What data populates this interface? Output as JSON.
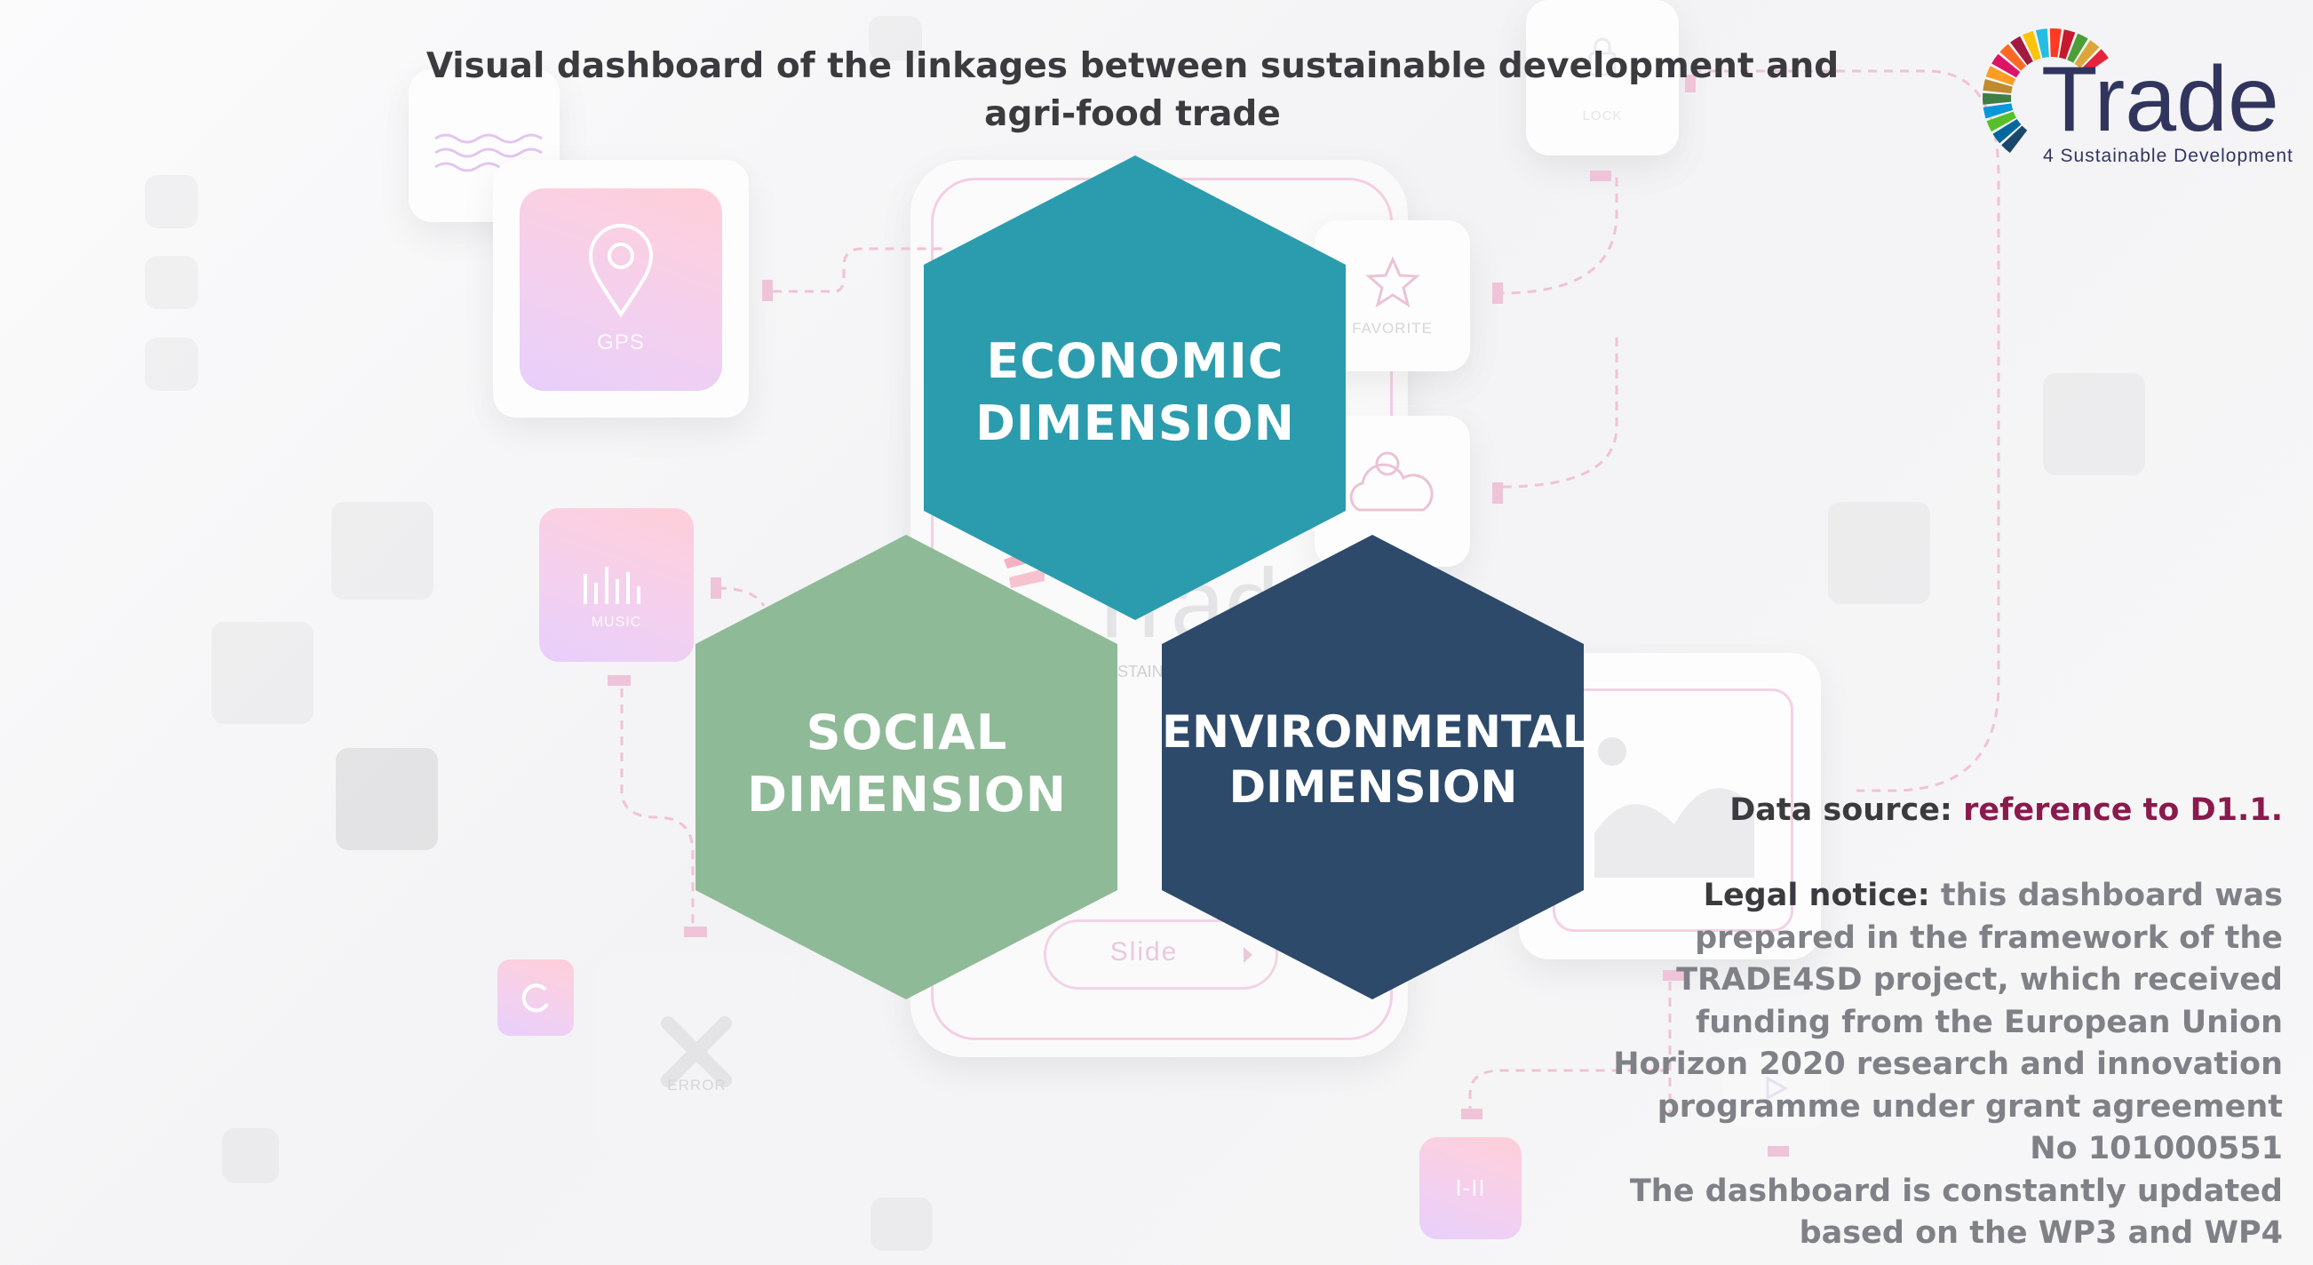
{
  "title": "Visual dashboard of the linkages between sustainable development and agri-food trade",
  "logo": {
    "word": "Trade",
    "tagline": "4 Sustainable Development",
    "colors": [
      "#e5243b",
      "#dda63a",
      "#4c9f38",
      "#c5192d",
      "#ff3a21",
      "#26bde2",
      "#fcc30b",
      "#a21942",
      "#fd6925",
      "#dd1367",
      "#fd9d24",
      "#bf8b2e",
      "#3f7e44",
      "#0a97d9",
      "#56c02b",
      "#00689d",
      "#19486a"
    ]
  },
  "hexagons": {
    "economic": {
      "line1": "ECONOMIC",
      "line2": "DIMENSION",
      "color": "#2b9cad"
    },
    "social": {
      "line1": "SOCIAL",
      "line2": "DIMENSION",
      "color": "#8fba97"
    },
    "environmental": {
      "line1": "ENVIRONMENTAL",
      "line2": "DIMENSION",
      "color": "#2d4a6a"
    }
  },
  "data_source": {
    "label": "Data source:",
    "value": "reference to D1.1."
  },
  "legal_notice": {
    "label": "Legal notice:",
    "text": "this dashboard was prepared in the framework of the TRADE4SD project, which received funding from the European Union Horizon 2020 research and innovation programme under grant agreement No 101000551",
    "update": "The dashboard is constantly updated based on the WP3 and WP4"
  },
  "background": {
    "gps_label": "GPS",
    "music_label": "MUSIC",
    "favorite_label": "FAVORITE",
    "lock_label": "LOCK",
    "error_label": "ERROR",
    "slide_label": "Slide",
    "pager_label": "I-II",
    "watermark_word": "Trad",
    "watermark_tag": "STAIN"
  },
  "icons": {
    "gps": "location-pin-icon",
    "music": "equalizer-icon",
    "favorite": "star-icon",
    "weather": "cloud-sun-icon",
    "lock": "lock-icon",
    "error": "x-icon",
    "image": "image-icon",
    "refresh": "refresh-icon",
    "play": "play-icon"
  }
}
